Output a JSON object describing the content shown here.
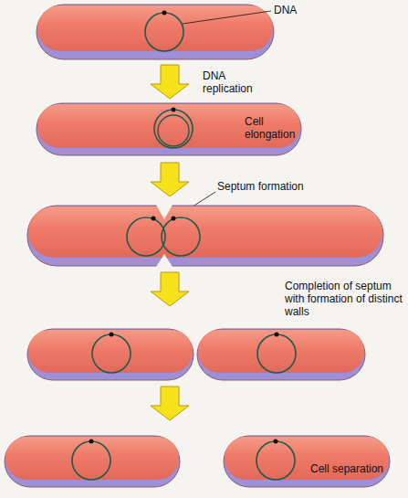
{
  "diagram": {
    "labels": [
      "DNA",
      "DNA replication",
      "Cell elongation",
      "Septum formation",
      "Completion of septum with formation of distinct walls",
      "Cell separation"
    ]
  }
}
